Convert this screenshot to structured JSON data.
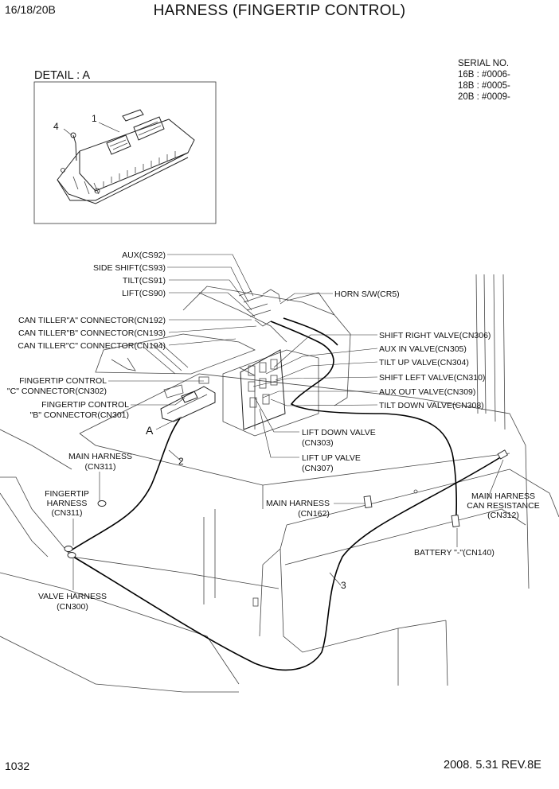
{
  "header": {
    "model": "16/18/20B",
    "title": "HARNESS (FINGERTIP CONTROL)"
  },
  "serial": {
    "text": "SERIAL NO.\n16B : #0006-\n18B : #0005-\n20B : #0009-"
  },
  "detail": {
    "title": "DETAIL : A",
    "callouts": [
      "1",
      "4"
    ]
  },
  "labels": {
    "aux": "AUX(CS92)",
    "side_shift": "SIDE SHIFT(CS93)",
    "tilt": "TILT(CS91)",
    "lift": "LIFT(CS90)",
    "horn": "HORN S/W(CR5)",
    "can_a": "CAN TILLER\"A\" CONNECTOR(CN192)",
    "can_b": "CAN TILLER\"B\" CONNECTOR(CN193)",
    "can_c": "CAN TILLER\"C\" CONNECTOR(CN194)",
    "shift_right": "SHIFT RIGHT VALVE(CN306)",
    "aux_in": "AUX IN VALVE(CN305)",
    "tilt_up": "TILT UP VALVE(CN304)",
    "shift_left": "SHIFT LEFT VALVE(CN310)",
    "aux_out": "AUX OUT VALVE(CN309)",
    "tilt_down": "TILT DOWN VALVE(CN308)",
    "fc_c_1": "FINGERTIP CONTROL",
    "fc_c_2": "\"C\" CONNECTOR(CN302)",
    "fc_b_1": "FINGERTIP CONTROL",
    "fc_b_2": "\"B\" CONNECTOR(CN301)",
    "detail_ref": "A",
    "lift_down_1": "LIFT DOWN VALVE",
    "lift_down_2": "(CN303)",
    "lift_up_1": "LIFT UP VALVE",
    "lift_up_2": "(CN307)",
    "main_311_1": "MAIN HARNESS",
    "main_311_2": "(CN311)",
    "ft_311_1": "FINGERTIP",
    "ft_311_2": "HARNESS",
    "ft_311_3": "(CN311)",
    "main_162_1": "MAIN HARNESS",
    "main_162_2": "(CN162)",
    "can_res_1": "MAIN HARNESS",
    "can_res_2": "CAN RESISTANCE",
    "can_res_3": "(CN312)",
    "battery": "BATTERY \"-\"(CN140)",
    "valve_1": "VALVE HARNESS",
    "valve_2": "(CN300)",
    "callout_2": "2",
    "callout_3": "3"
  },
  "footer": {
    "page_number": "1032",
    "revision": "2008. 5.31  REV.8E"
  }
}
